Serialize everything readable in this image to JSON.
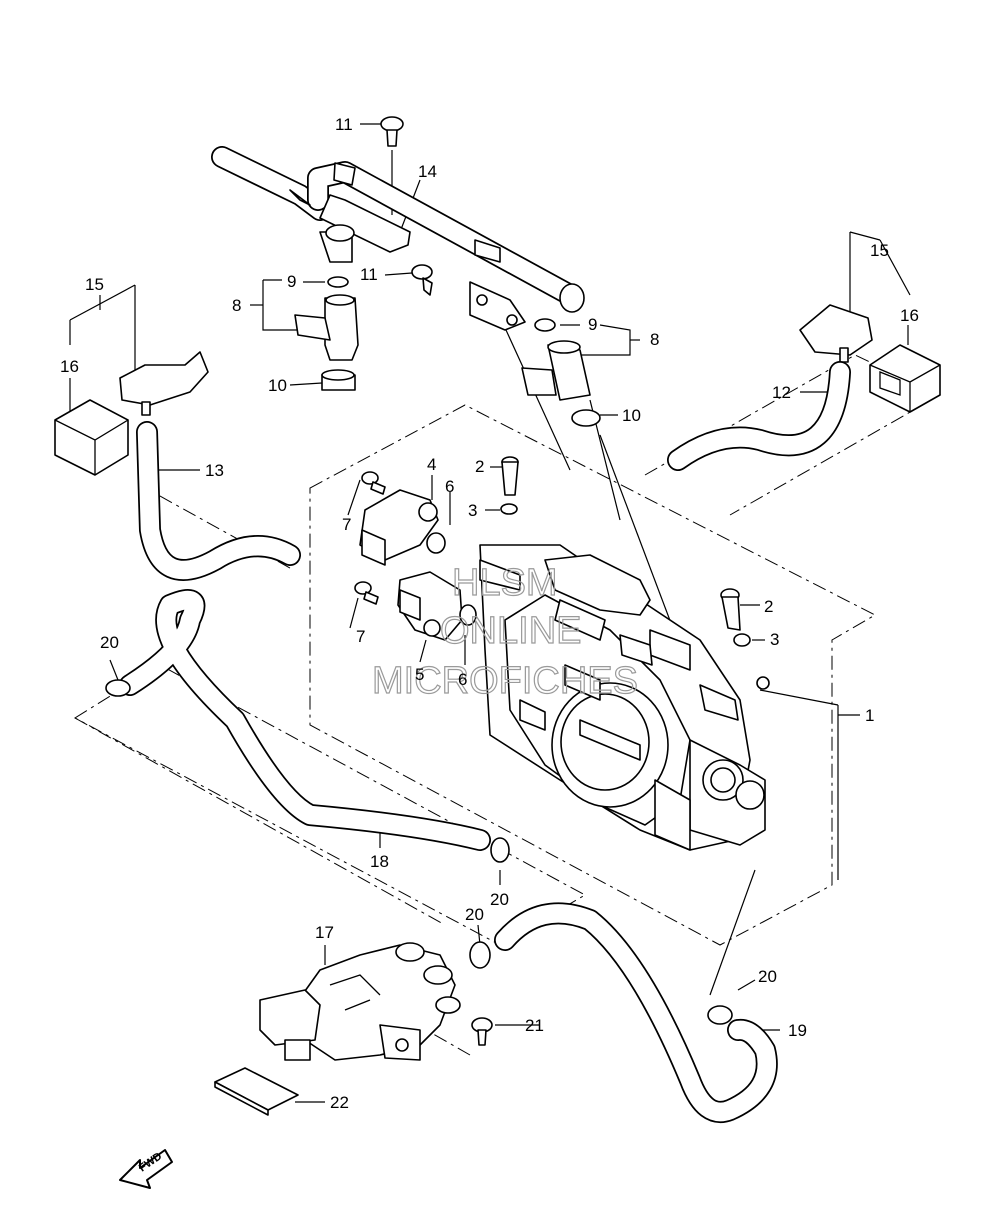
{
  "diagram": {
    "watermark": [
      "HLSM",
      "ONLINE",
      "MICROFICHES"
    ],
    "fwd_label": "FWD",
    "callouts": {
      "c1": "1",
      "c2a": "2",
      "c2b": "2",
      "c3a": "3",
      "c3b": "3",
      "c4": "4",
      "c5": "5",
      "c6a": "6",
      "c6b": "6",
      "c7a": "7",
      "c7b": "7",
      "c8a": "8",
      "c8b": "8",
      "c9a": "9",
      "c9b": "9",
      "c10a": "10",
      "c10b": "10",
      "c11a": "11",
      "c11b": "11",
      "c12": "12",
      "c13": "13",
      "c14": "14",
      "c15a": "15",
      "c15b": "15",
      "c16a": "16",
      "c16b": "16",
      "c17": "17",
      "c18": "18",
      "c19": "19",
      "c20a": "20",
      "c20b": "20",
      "c20c": "20",
      "c20d": "20",
      "c21": "21",
      "c22": "22"
    }
  }
}
